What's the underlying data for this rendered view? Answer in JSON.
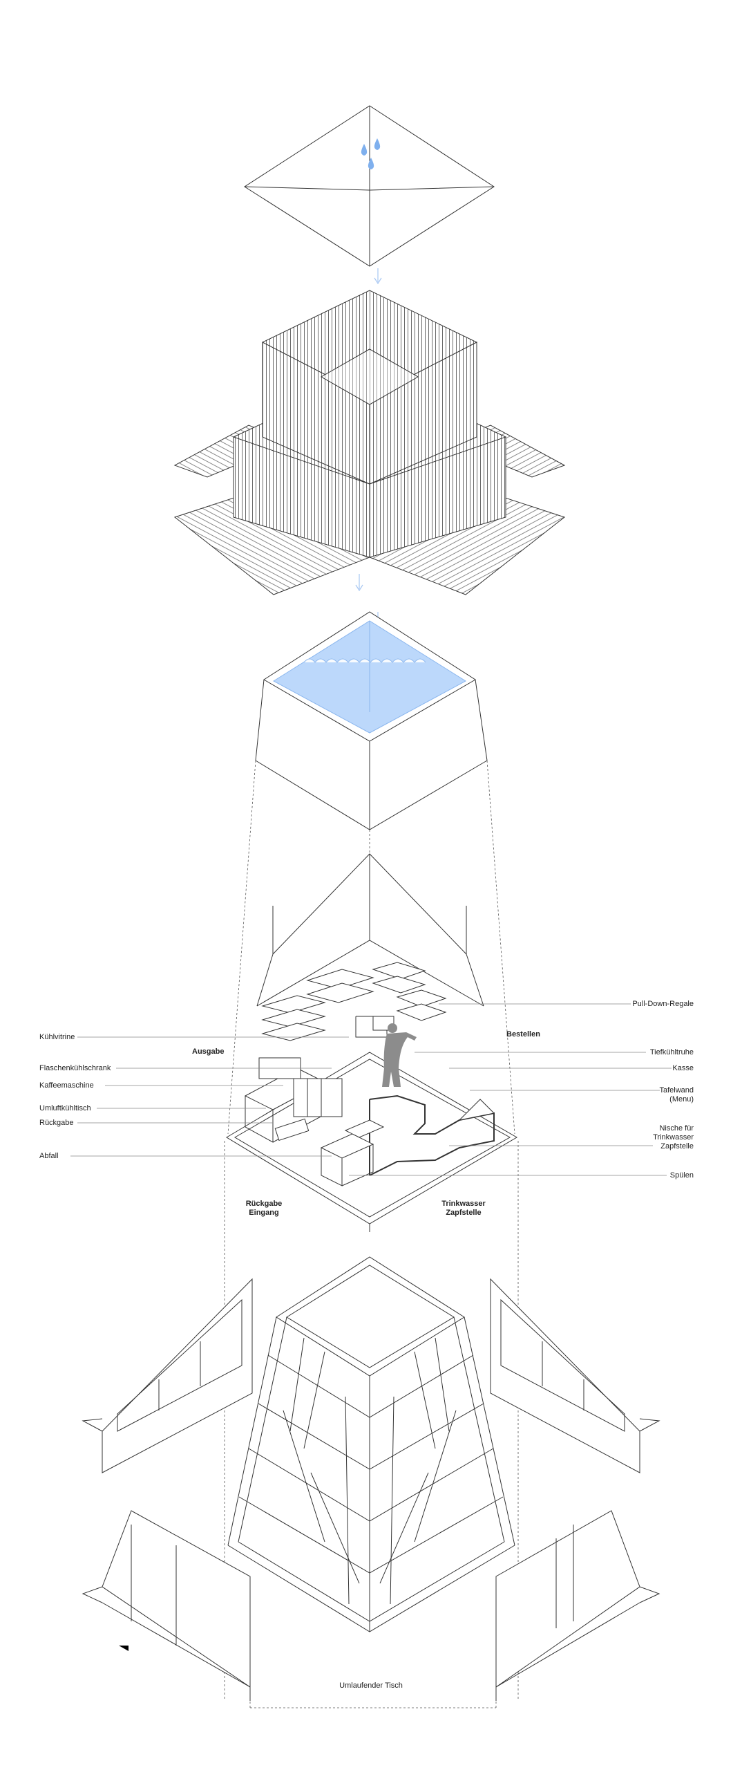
{
  "diagram": {
    "labels_left": {
      "kuehlvitrine": "Kühlvitrine",
      "flaschenkuehlschrank": "Flaschenkühlschrank",
      "kaffeemaschine": "Kaffeemaschine",
      "umluftkuehltisch": "Umluftkühltisch",
      "rueckgabe": "Rückgabe",
      "abfall": "Abfall"
    },
    "labels_right": {
      "pull_down_regale": "Pull-Down-Regale",
      "tiefkuehltruhe": "Tiefkühltruhe",
      "kasse": "Kasse",
      "tafelwand_1": "Tafelwand",
      "tafelwand_2": "(Menu)",
      "nische_1": "Nische für",
      "nische_2": "Trinkwasser",
      "nische_3": "Zapfstelle",
      "spuelen": "Spülen"
    },
    "zones": {
      "ausgabe": "Ausgabe",
      "bestellen": "Bestellen",
      "rueckgabe_1": "Rückgabe",
      "rueckgabe_2": "Eingang",
      "trinkwasser_1": "Trinkwasser",
      "trinkwasser_2": "Zapfstelle"
    },
    "bottom": {
      "umlaufender_tisch": "Umlaufender Tisch"
    },
    "colors": {
      "line": "#333333",
      "leader": "#888888",
      "water": "#bcd8fb",
      "water_stroke": "#8ab6ee",
      "figure": "#8c8c8c"
    },
    "icons": [
      "water-drop-icon",
      "arrow-down-icon",
      "person-silhouette-icon",
      "dropdown-arrow-icon"
    ]
  }
}
